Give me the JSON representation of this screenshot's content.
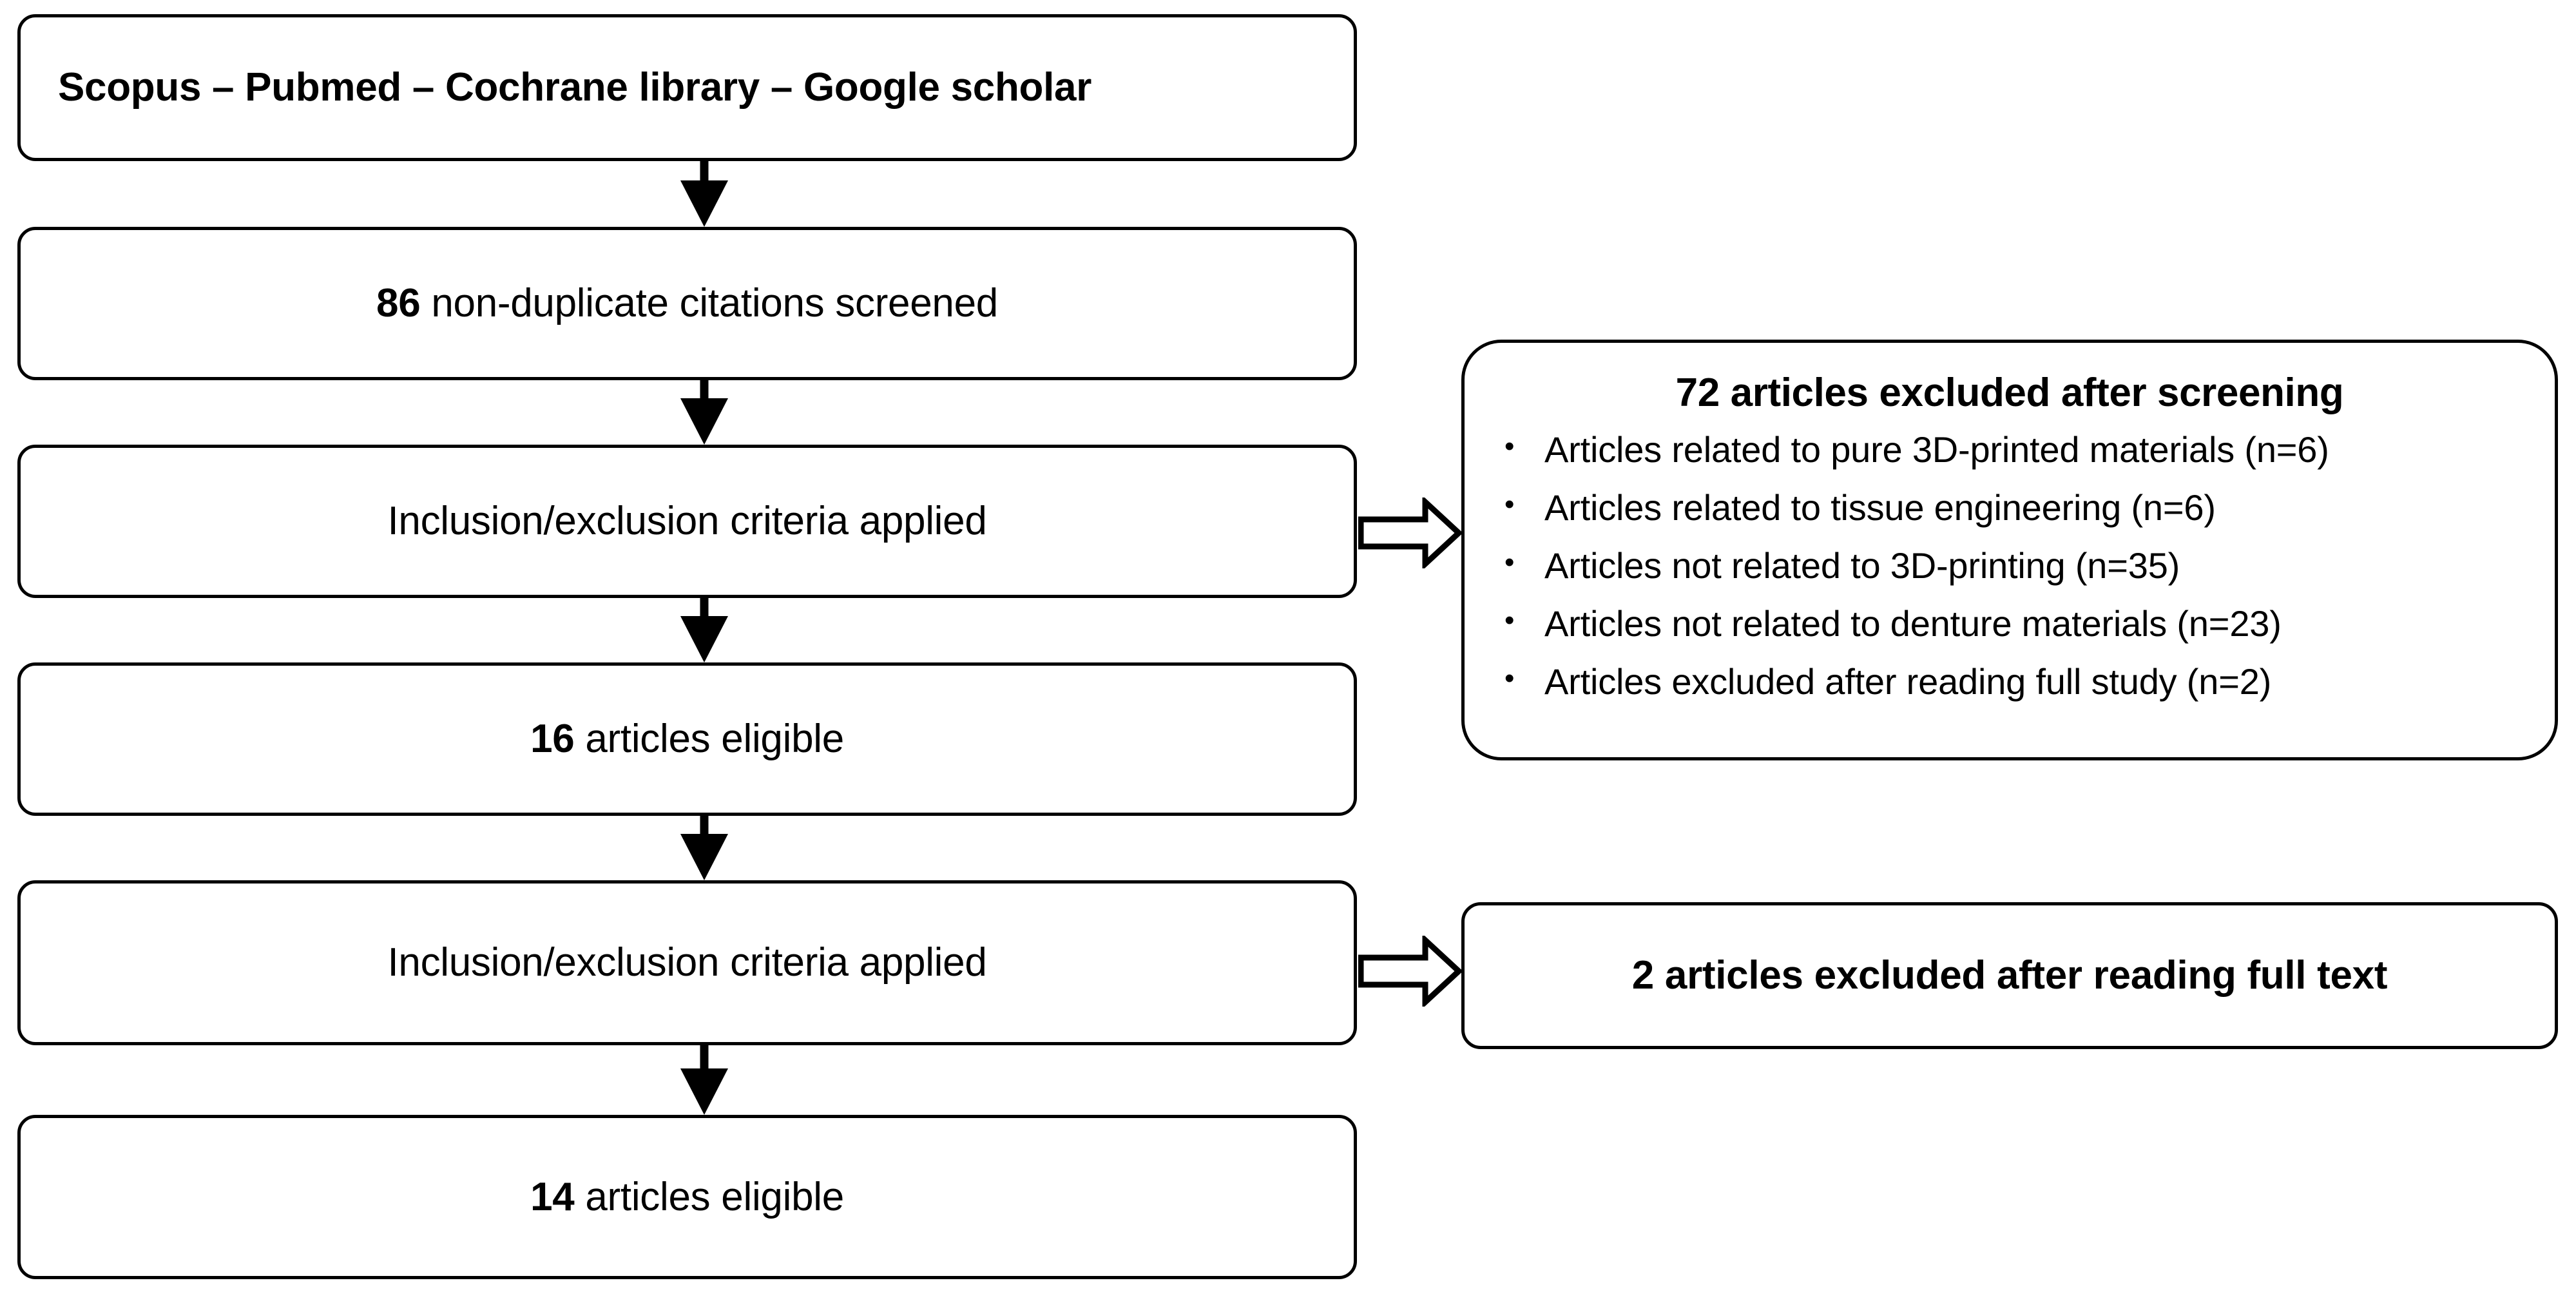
{
  "diagram": {
    "title": "PRISMA study selection flow diagram",
    "type": "flowchart",
    "colors": {
      "stroke": "#000000",
      "fill": "#ffffff",
      "text": "#000000"
    }
  },
  "flow": {
    "boxes": [
      {
        "id": "sources",
        "text": "Scopus – Pubmed – Cochrane library – Google scholar",
        "bold": true,
        "align": "left"
      },
      {
        "id": "screened",
        "lead": "86",
        "rest": " non-duplicate citations screened",
        "align": "center"
      },
      {
        "id": "criteria-1",
        "text": "Inclusion/exclusion criteria applied",
        "align": "center"
      },
      {
        "id": "eligible-16",
        "lead": "16",
        "rest": " articles eligible",
        "align": "center"
      },
      {
        "id": "criteria-2",
        "text": "Inclusion/exclusion criteria applied",
        "align": "center"
      },
      {
        "id": "eligible-14",
        "lead": "14",
        "rest": " articles eligible",
        "align": "center"
      }
    ]
  },
  "exclusions": {
    "screening": {
      "title": "72 articles excluded after screening",
      "bullet_glyph": "•",
      "items": [
        "Articles related to pure 3D-printed materials (n=6)",
        "Articles related to tissue engineering (n=6)",
        "Articles not related to 3D-printing (n=35)",
        "Articles not related to denture materials (n=23)",
        "Articles excluded after reading full study (n=2)"
      ]
    },
    "full_text": {
      "text": "2 articles excluded after reading full text"
    }
  },
  "connectors": {
    "down_arrow_name": "down-arrow",
    "block_arrow_name": "block-arrow-right",
    "count_down": 5,
    "count_block": 2
  }
}
